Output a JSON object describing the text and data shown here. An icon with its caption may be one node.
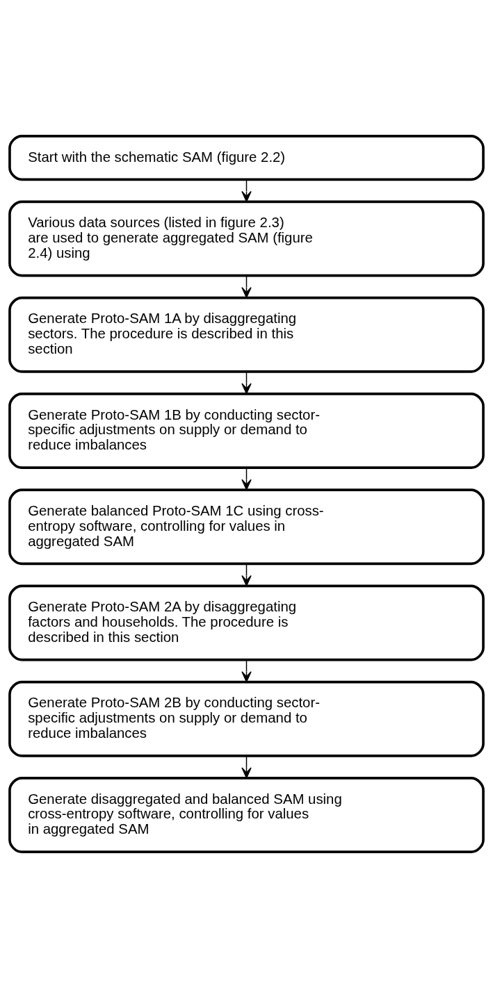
{
  "diagram": {
    "nodes": [
      {
        "text": [
          "Start with the schematic SAM (figure 2.2)"
        ]
      },
      {
        "text": [
          "Various data sources (listed in figure 2.3) are used to generate aggregated SAM (figure 2.4) using"
        ]
      },
      {
        "text": [
          "Generate Proto-SAM 1A by disaggregating sectors. The procedure is described in this section"
        ]
      },
      {
        "text": [
          "Generate Proto-SAM 1B by conducting sector-specific adjustments on supply or demand to reduce imbalances"
        ]
      },
      {
        "text": [
          "Generate balanced Proto-SAM 1C using cross-entropy software, controlling for values in aggregated SAM"
        ]
      },
      {
        "text": [
          "Generate Proto-SAM 2A by disaggregating factors and households. The procedure is described in this section"
        ]
      },
      {
        "text": [
          "Generate Proto-SAM 2B by conducting sector-specific adjustments on supply or demand to reduce imbalances"
        ]
      },
      {
        "text": [
          "Generate disaggregated and balanced SAM using cross-entropy software, controlling for values in aggregated SAM"
        ]
      }
    ],
    "edges": [
      {
        "from": 0,
        "to": 1,
        "arrow": "to"
      },
      {
        "from": 1,
        "to": 2,
        "arrow": "to"
      },
      {
        "from": 2,
        "to": 3,
        "arrow": "to"
      },
      {
        "from": 3,
        "to": 4,
        "arrow": "to"
      },
      {
        "from": 4,
        "to": 5,
        "arrow": "to"
      },
      {
        "from": 5,
        "to": 6,
        "arrow": "to"
      },
      {
        "from": 6,
        "to": 7,
        "arrow": "to"
      }
    ]
  }
}
